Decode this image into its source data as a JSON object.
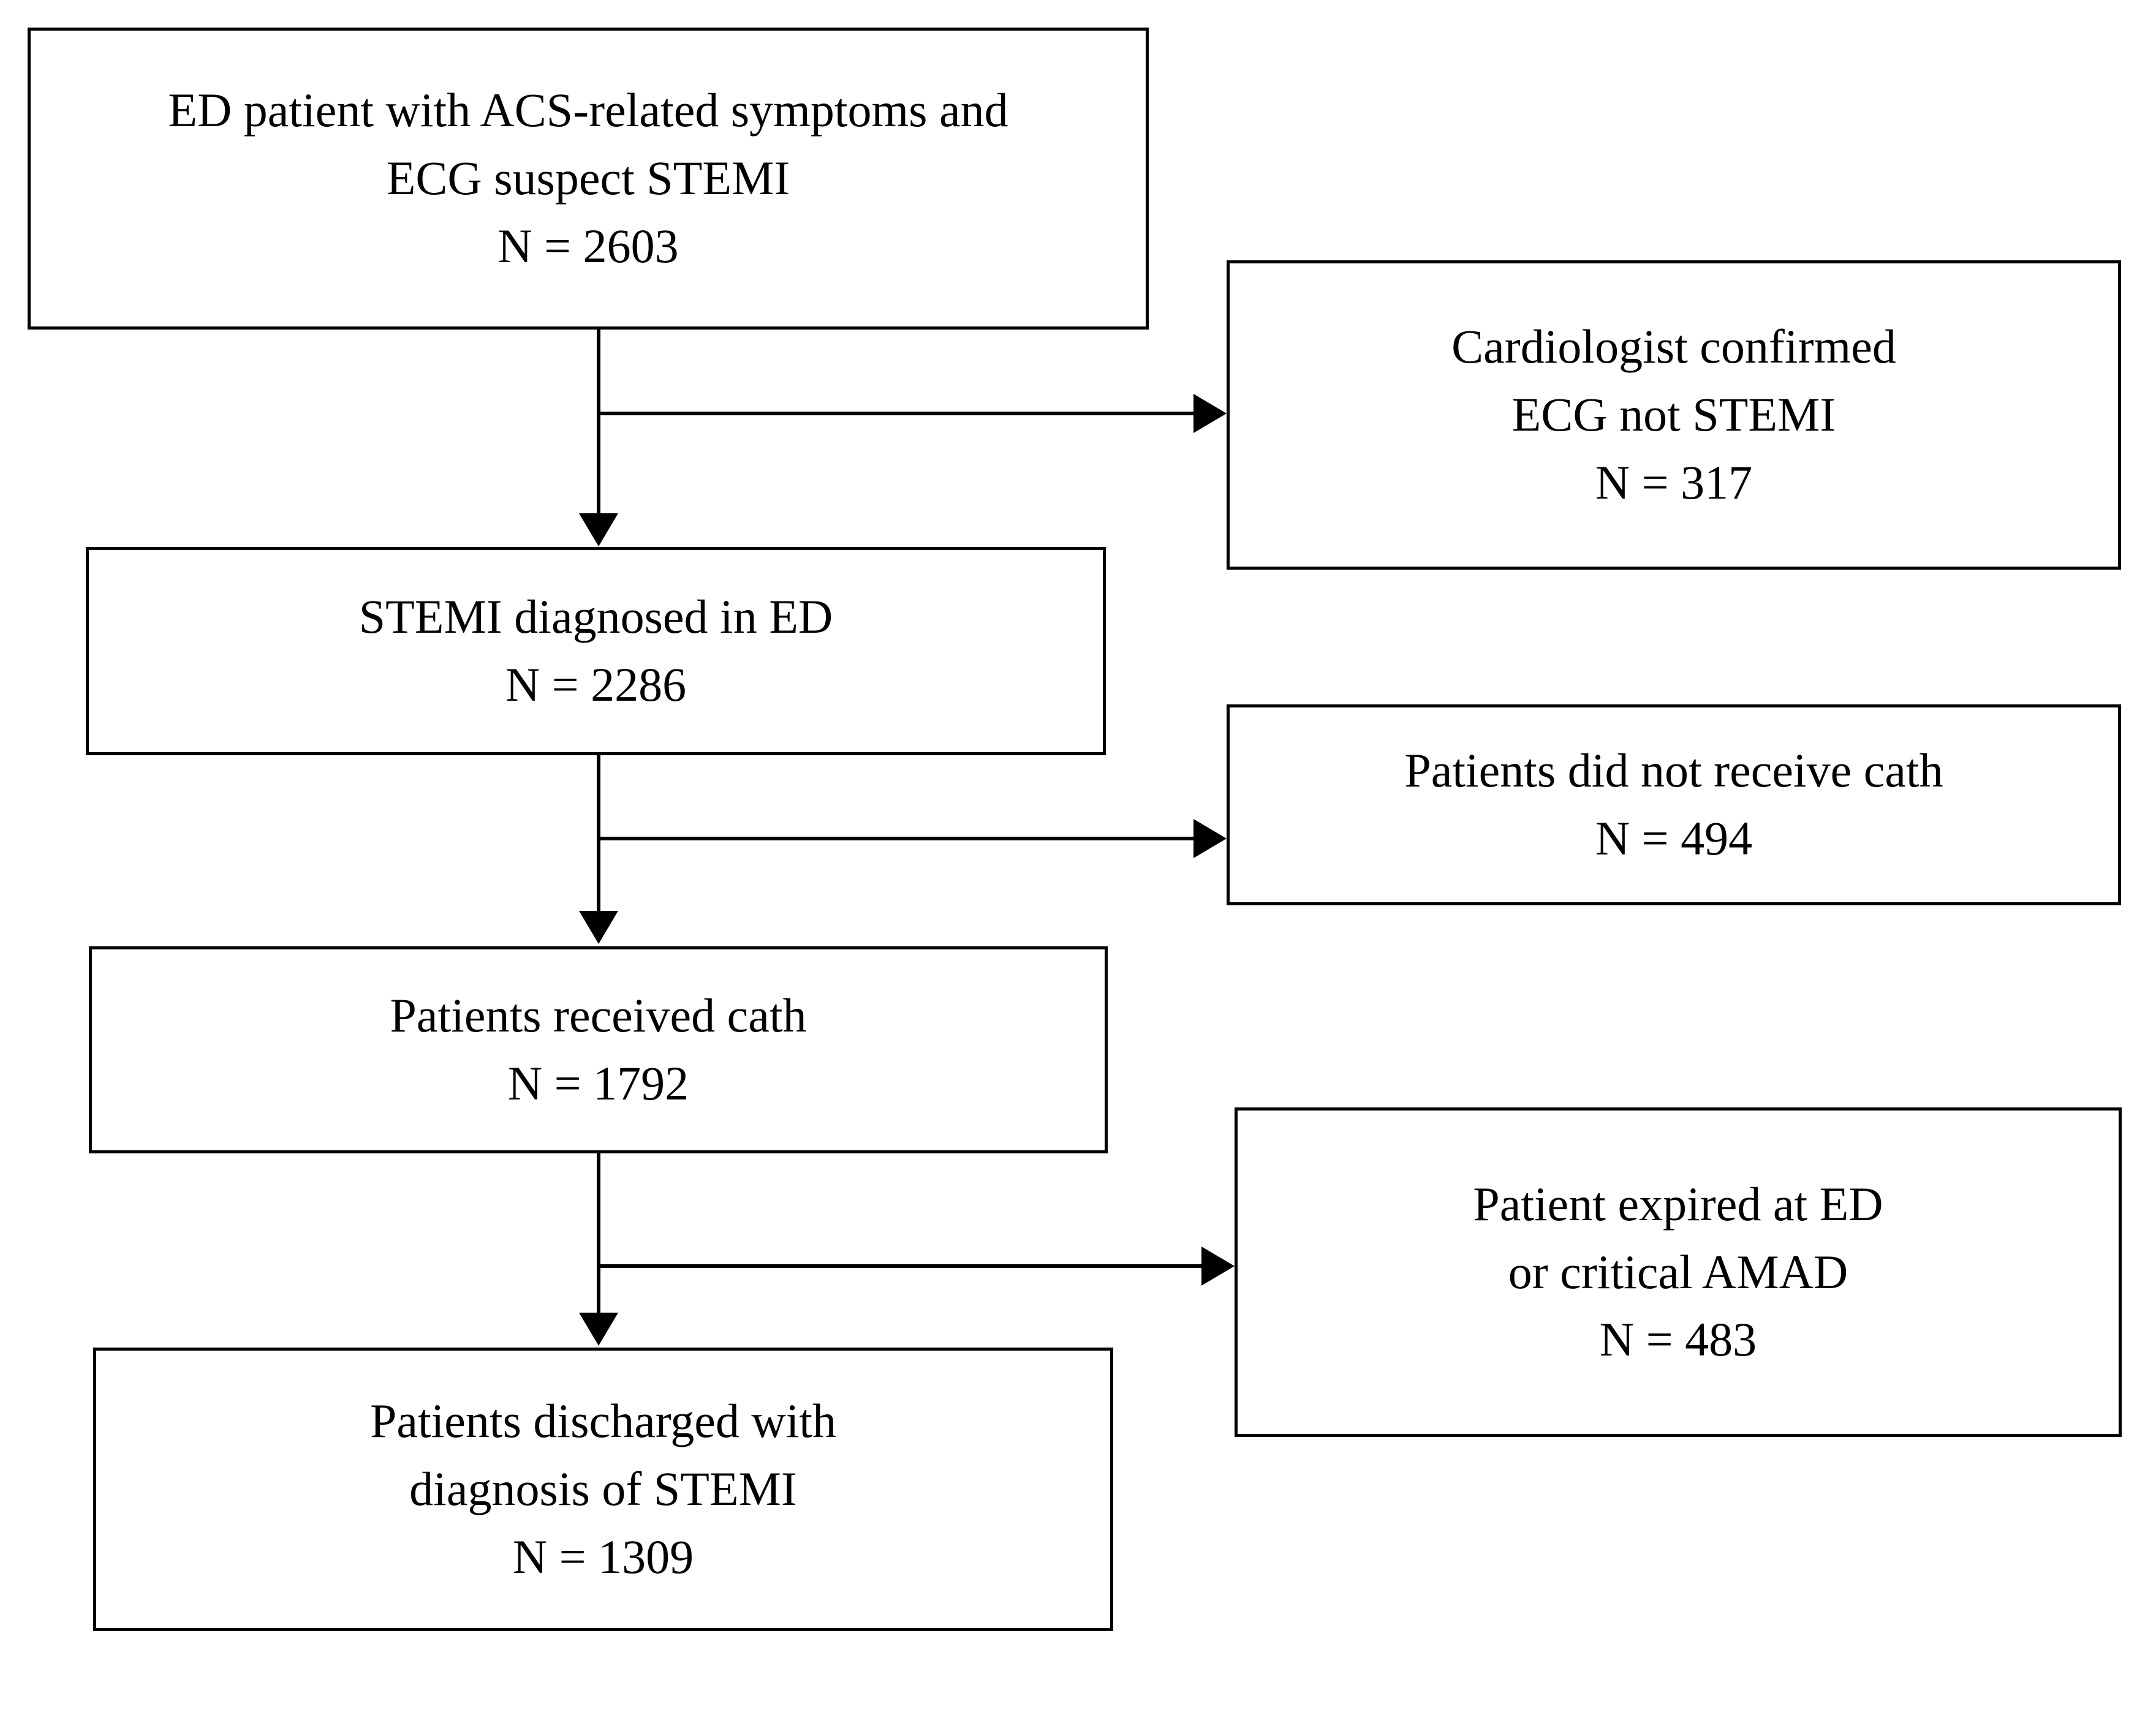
{
  "diagram": {
    "type": "flowchart",
    "orientation": "top-to-bottom",
    "nodes": [
      {
        "id": "screened",
        "column": "main",
        "lines": [
          "ED patient with ACS-related symptoms and",
          "ECG suspect STEMI"
        ],
        "count_label": "N = 2603",
        "n": 2603
      },
      {
        "id": "not-stemi",
        "column": "excluded",
        "lines": [
          "Cardiologist confirmed",
          "ECG not STEMI"
        ],
        "count_label": "N = 317",
        "n": 317
      },
      {
        "id": "diagnosed",
        "column": "main",
        "lines": [
          "STEMI diagnosed in ED"
        ],
        "count_label": "N = 2286",
        "n": 2286
      },
      {
        "id": "no-cath",
        "column": "excluded",
        "lines": [
          "Patients did not receive cath"
        ],
        "count_label": "N = 494",
        "n": 494
      },
      {
        "id": "cath",
        "column": "main",
        "lines": [
          "Patients received cath"
        ],
        "count_label": "N = 1792",
        "n": 1792
      },
      {
        "id": "expired",
        "column": "excluded",
        "lines": [
          "Patient expired at ED",
          "or critical AMAD"
        ],
        "count_label": "N = 483",
        "n": 483
      },
      {
        "id": "discharged",
        "column": "main",
        "lines": [
          "Patients discharged with",
          "diagnosis of STEMI"
        ],
        "count_label": "N = 1309",
        "n": 1309
      }
    ],
    "edges": [
      {
        "from": "screened",
        "to": "diagnosed",
        "kind": "vertical"
      },
      {
        "from": "screened",
        "to": "not-stemi",
        "kind": "branch-right"
      },
      {
        "from": "diagnosed",
        "to": "cath",
        "kind": "vertical"
      },
      {
        "from": "diagnosed",
        "to": "no-cath",
        "kind": "branch-right"
      },
      {
        "from": "cath",
        "to": "discharged",
        "kind": "vertical"
      },
      {
        "from": "cath",
        "to": "expired",
        "kind": "branch-right"
      }
    ],
    "colors": {
      "background": "#ffffff",
      "stroke": "#000000",
      "text": "#000000",
      "box_fill": "#ffffff"
    }
  }
}
